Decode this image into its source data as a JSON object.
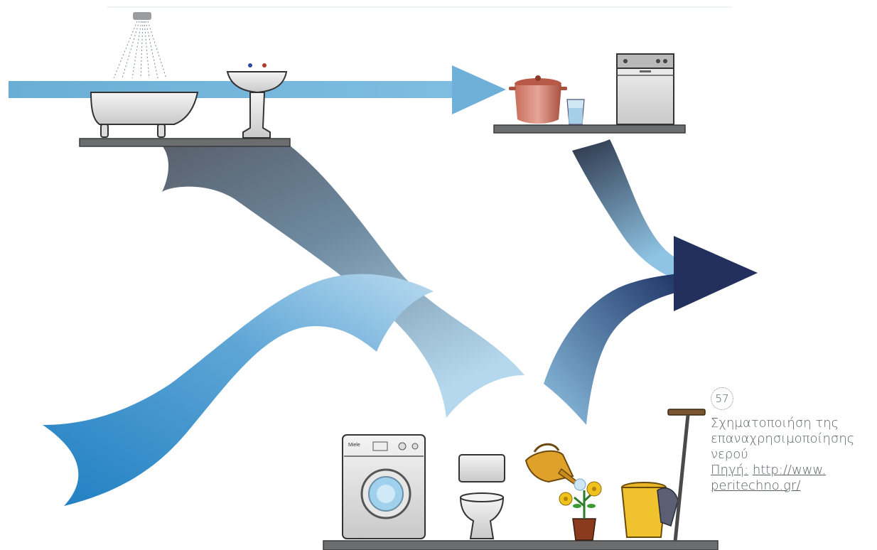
{
  "figure": {
    "number": "57",
    "caption_line1": "Σχηματοποιήση της",
    "caption_line2": "επαναχρησιμοποίησης",
    "caption_line3": "νερού",
    "source_label": "Πηγή:",
    "source_url_part1": "http://www.",
    "source_url_part2": "peritechno.gr/"
  },
  "appliance_text": {
    "washer_brand": "Miele"
  },
  "colors": {
    "clean_water": "#6fb2d8",
    "grey_water_dark": "#2e3a55",
    "grey_water_light": "#a8d0e8",
    "outlet_arrow": "#1f2d5c",
    "shelf": "#6b6d6e"
  },
  "icons": [
    "shower-head-icon",
    "bathtub-icon",
    "sink-icon",
    "cooking-pot-icon",
    "glass-icon",
    "dishwasher-icon",
    "washing-machine-icon",
    "toilet-icon",
    "watering-can-icon",
    "flower-pot-icon",
    "bucket-icon",
    "mop-icon"
  ]
}
